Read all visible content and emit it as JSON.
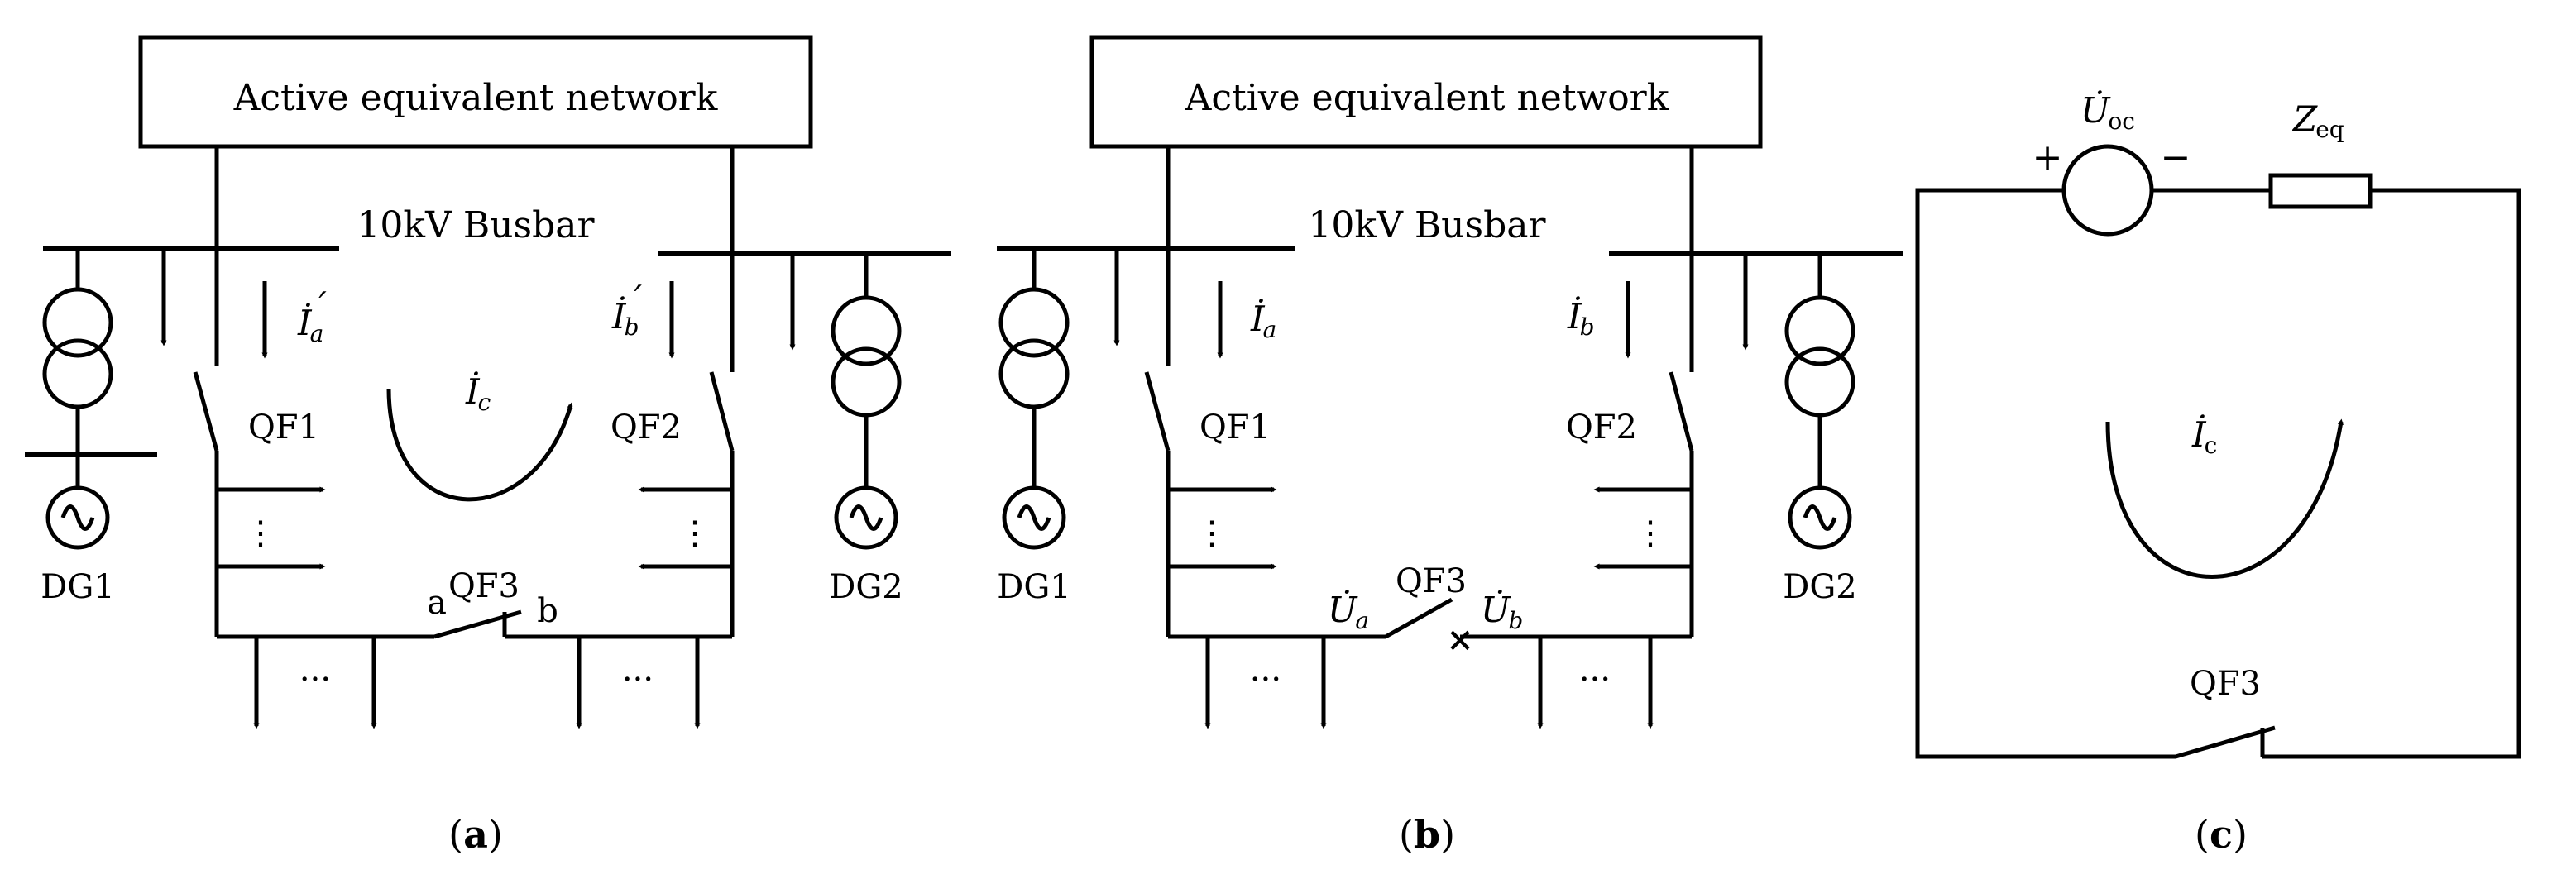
{
  "panel_a": {
    "network_label": "Active equivalent network",
    "busbar_label": "10kV Busbar",
    "current_a": "İ",
    "current_a_sub": "a",
    "current_a_prime": "′",
    "current_b": "İ",
    "current_b_sub": "b",
    "current_b_prime": "′",
    "current_c": "İ",
    "current_c_sub": "c",
    "qf1": "QF1",
    "qf2": "QF2",
    "qf3": "QF3",
    "dg1": "DG1",
    "dg2": "DG2",
    "node_a": "a",
    "node_b": "b",
    "dots_vertical": "⋮",
    "dots_horizontal": "···",
    "caption_open": "(",
    "caption_letter": "a",
    "caption_close": ")"
  },
  "panel_b": {
    "network_label": "Active equivalent network",
    "busbar_label": "10kV Busbar",
    "current_a": "İ",
    "current_a_sub": "a",
    "current_b": "İ",
    "current_b_sub": "b",
    "qf1": "QF1",
    "qf2": "QF2",
    "qf3": "QF3",
    "dg1": "DG1",
    "dg2": "DG2",
    "voltage_a": "U̇",
    "voltage_a_sub": "a",
    "voltage_b": "U̇",
    "voltage_b_sub": "b",
    "break_mark": "×",
    "dots_vertical": "⋮",
    "dots_horizontal": "···",
    "caption_open": "(",
    "caption_letter": "b",
    "caption_close": ")"
  },
  "panel_c": {
    "source_label": "U̇",
    "source_sub": "oc",
    "plus": "+",
    "minus": "−",
    "impedance_label": "Z",
    "impedance_sub": "eq",
    "current_c": "İ",
    "current_c_sub": "c",
    "qf3": "QF3",
    "caption_open": "(",
    "caption_letter": "c",
    "caption_close": ")"
  }
}
